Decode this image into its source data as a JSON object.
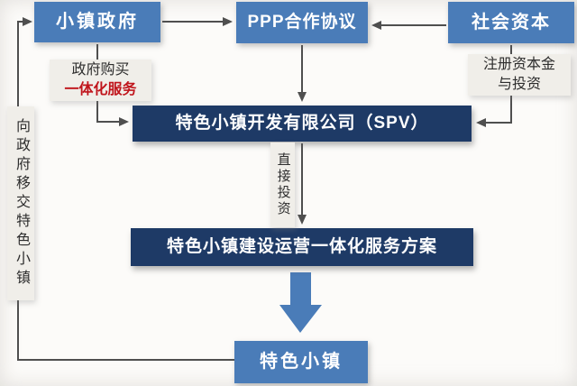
{
  "diagram": {
    "nodes": {
      "town_gov": "小镇政府",
      "ppp_agreement": "PPP合作协议",
      "social_capital": "社会资本",
      "spv_company": "特色小镇开发有限公司（SPV）",
      "service_plan": "特色小镇建设运营一体化服务方案",
      "featured_town": "特色小镇"
    },
    "edge_labels": {
      "gov_purchase": [
        "政府购买",
        "一体化服务"
      ],
      "registered_capital": [
        "注册资本金",
        "与投资"
      ],
      "direct_investment": "直接投资",
      "handover": "向政府移交特色小镇"
    },
    "colors": {
      "primary_blue": "#4a7cb8",
      "dark_navy": "#1e3a66",
      "label_bg": "#f0eee9",
      "connector": "#4f4f4f",
      "highlight_red": "#c0151c"
    }
  }
}
